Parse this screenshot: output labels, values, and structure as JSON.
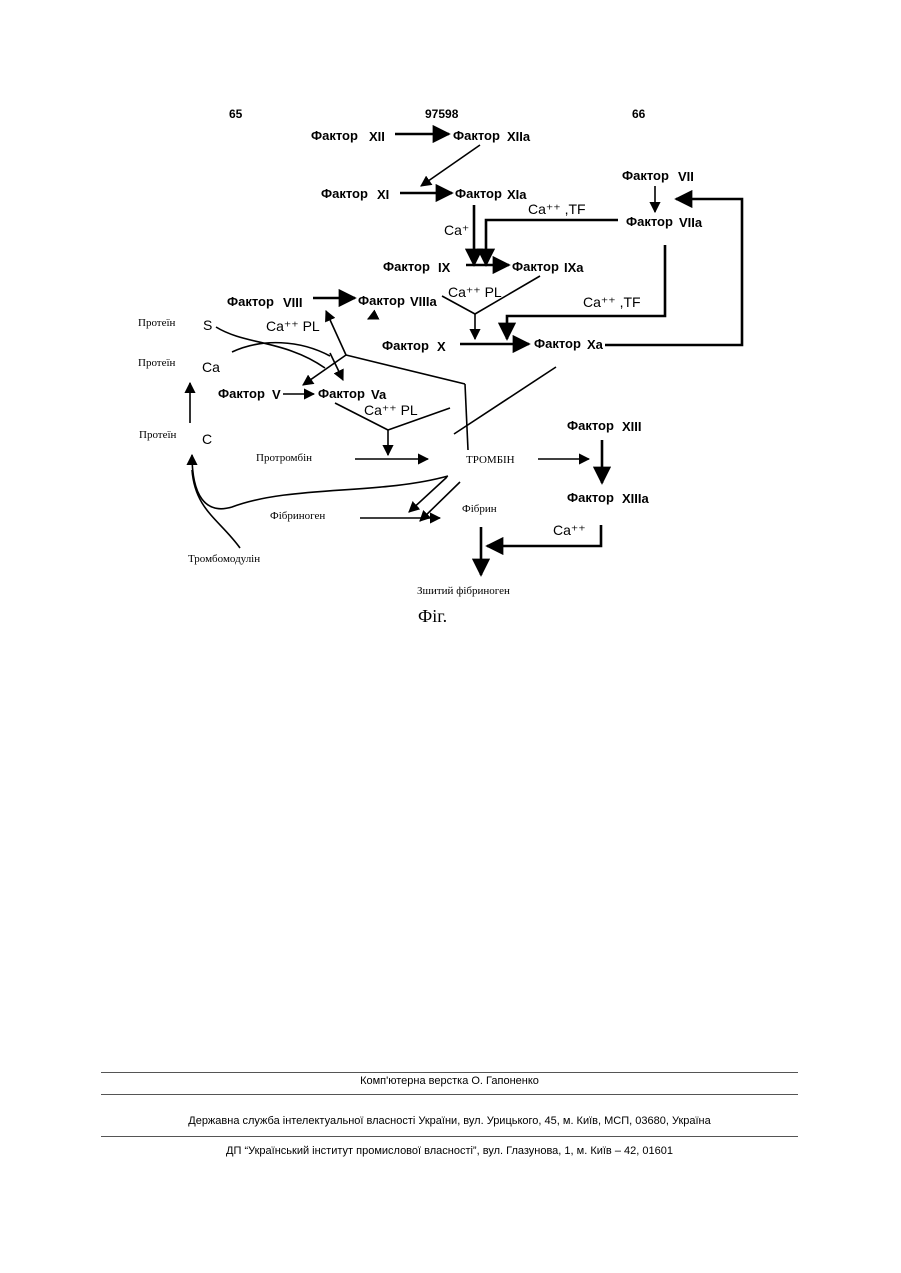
{
  "header": {
    "page_left": "65",
    "patent_number": "97598",
    "page_right": "66"
  },
  "figure": {
    "factor_word": "Фактор",
    "factor_xii": "XII",
    "factor_xiia": "XIIa",
    "factor_xi": "XI",
    "factor_xia": "XIa",
    "factor_vii": "VII",
    "factor_viia": "VIIa",
    "factor_ix": "IX",
    "factor_ixa": "IXa",
    "factor_viii": "VIII",
    "factor_viiia": "VIIIa",
    "factor_x": "X",
    "factor_xa": "Xa",
    "factor_v": "V",
    "factor_va": "Va",
    "factor_xiii": "XIII",
    "factor_xiiia": "XIIIa",
    "ca_single": "Ca⁺",
    "ca_tf_1": "Ca⁺⁺ ,TF",
    "ca_tf_2": "Ca⁺⁺ ,TF",
    "ca_pl_1": "Ca⁺⁺ PL",
    "ca_pl_2": "Ca⁺⁺ PL",
    "ca_pl_3": "Ca⁺⁺ PL",
    "ca_double": "Ca⁺⁺",
    "protein_s_label": "Протеїн",
    "protein_s_letter": "S",
    "protein_ca_label": "Протеїн",
    "protein_ca_letter": "Ca",
    "protein_c_label": "Протеїн",
    "protein_c_letter": "C",
    "prothrombin": "Протромбін",
    "thrombin": "ТРОМБІН",
    "fibrinogen": "Фібриноген",
    "fibrin": "Фібрин",
    "thrombomodulin": "Тромбомодулін",
    "crosslinked": "Зшитий фібриноген",
    "caption": "Фіг."
  },
  "footer": {
    "layout": "Комп'ютерна верстка О. Гапоненко",
    "service": "Державна служба інтелектуальної власності України, вул. Урицького, 45, м. Київ, МСП, 03680, Україна",
    "institute": "ДП “Український інститут промислової власності”, вул. Глазунова, 1, м. Київ – 42, 01601"
  }
}
